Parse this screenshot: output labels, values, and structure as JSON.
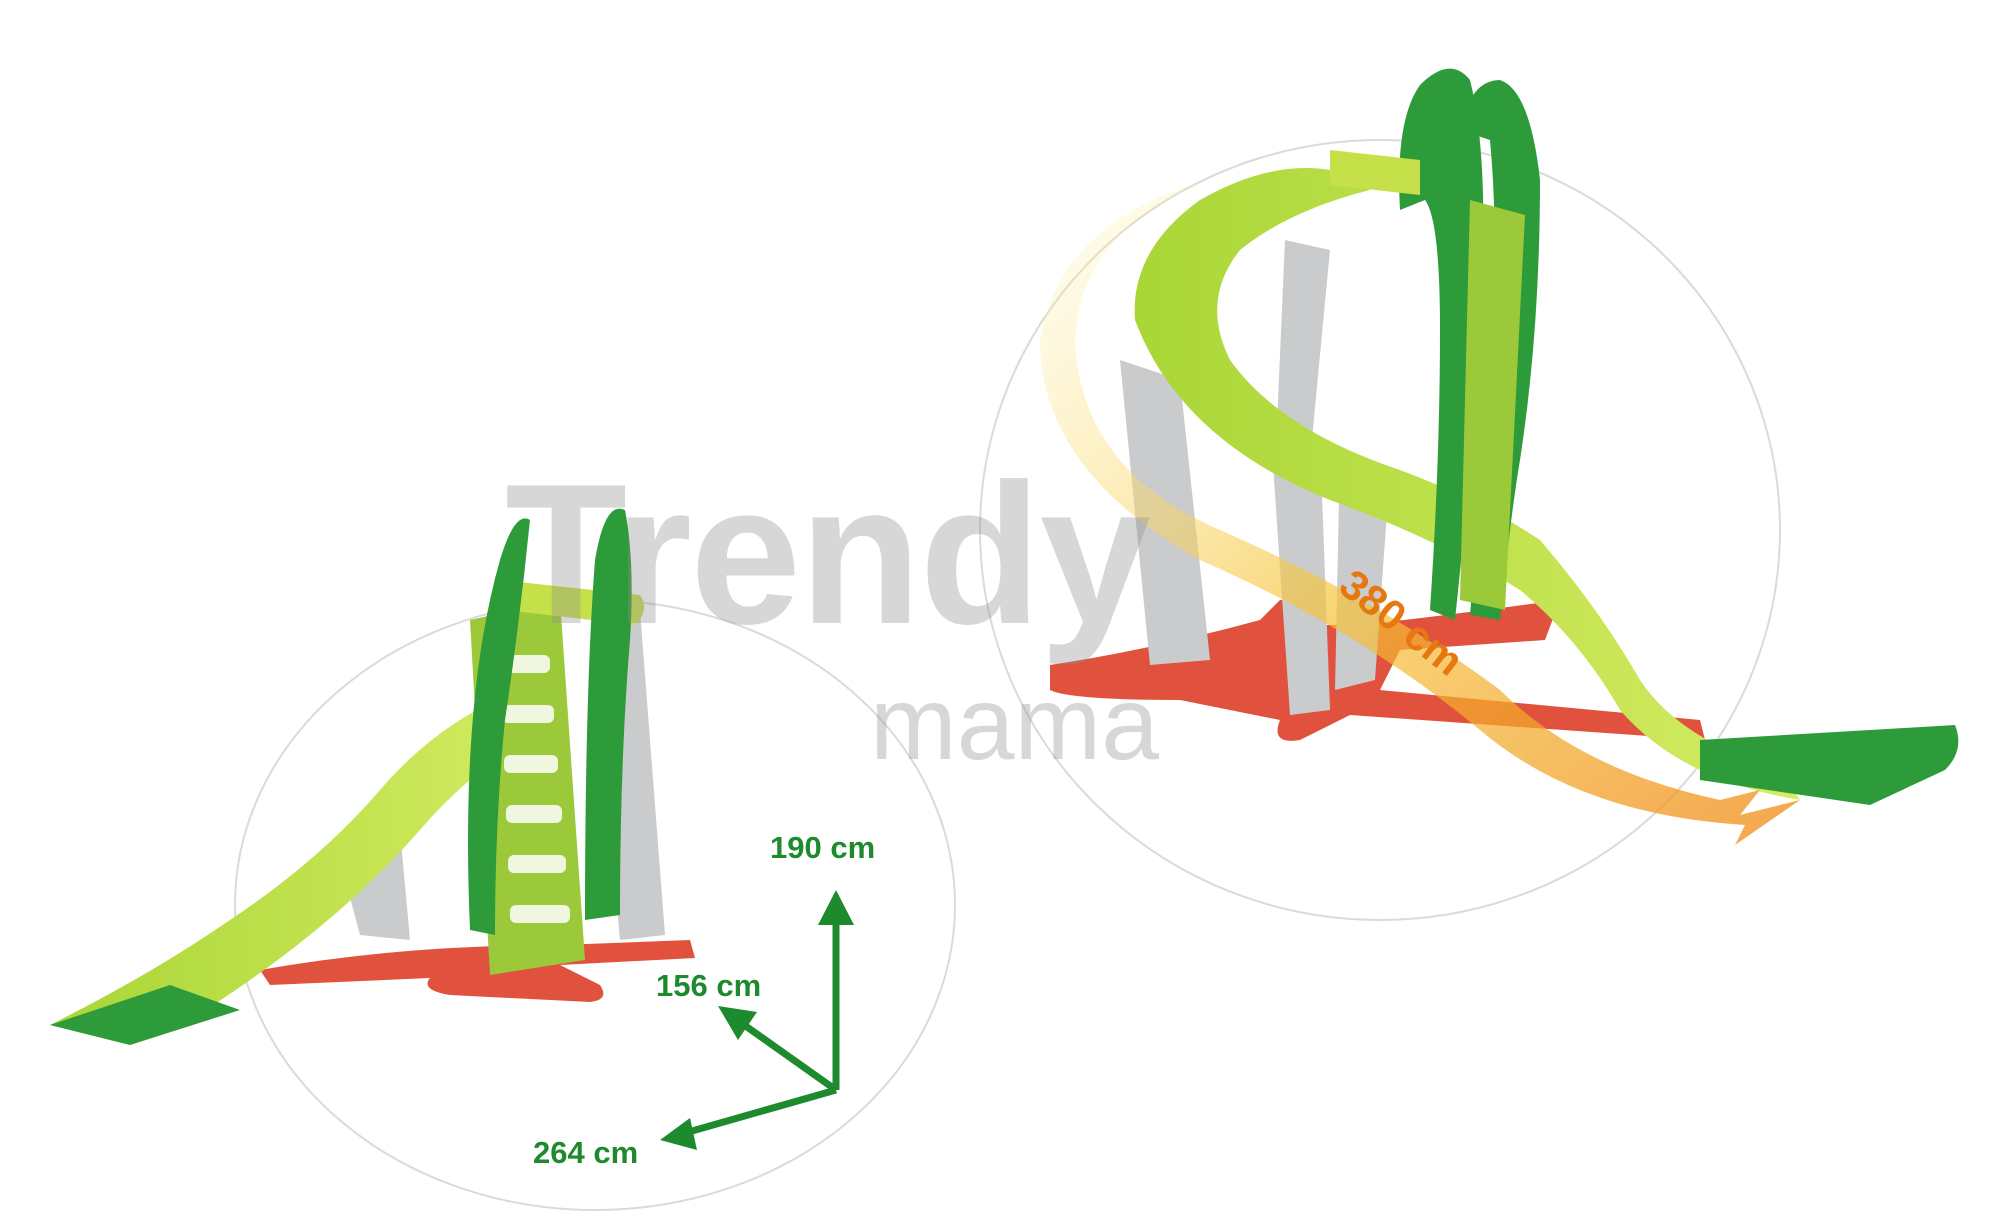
{
  "watermark": {
    "brand": "Trendy",
    "sub": "mama"
  },
  "dimensions": {
    "height": "190 cm",
    "depth": "156 cm",
    "width": "264 cm"
  },
  "slide_length": "380 cm",
  "colors": {
    "dark_green": "#2e9b3a",
    "light_green": "#b7dd3f",
    "base_red": "#e0523e",
    "support_grey": "#c9cbcc",
    "arrow_green": "#1e8a2e",
    "swirl_orange": "#f39c12"
  }
}
